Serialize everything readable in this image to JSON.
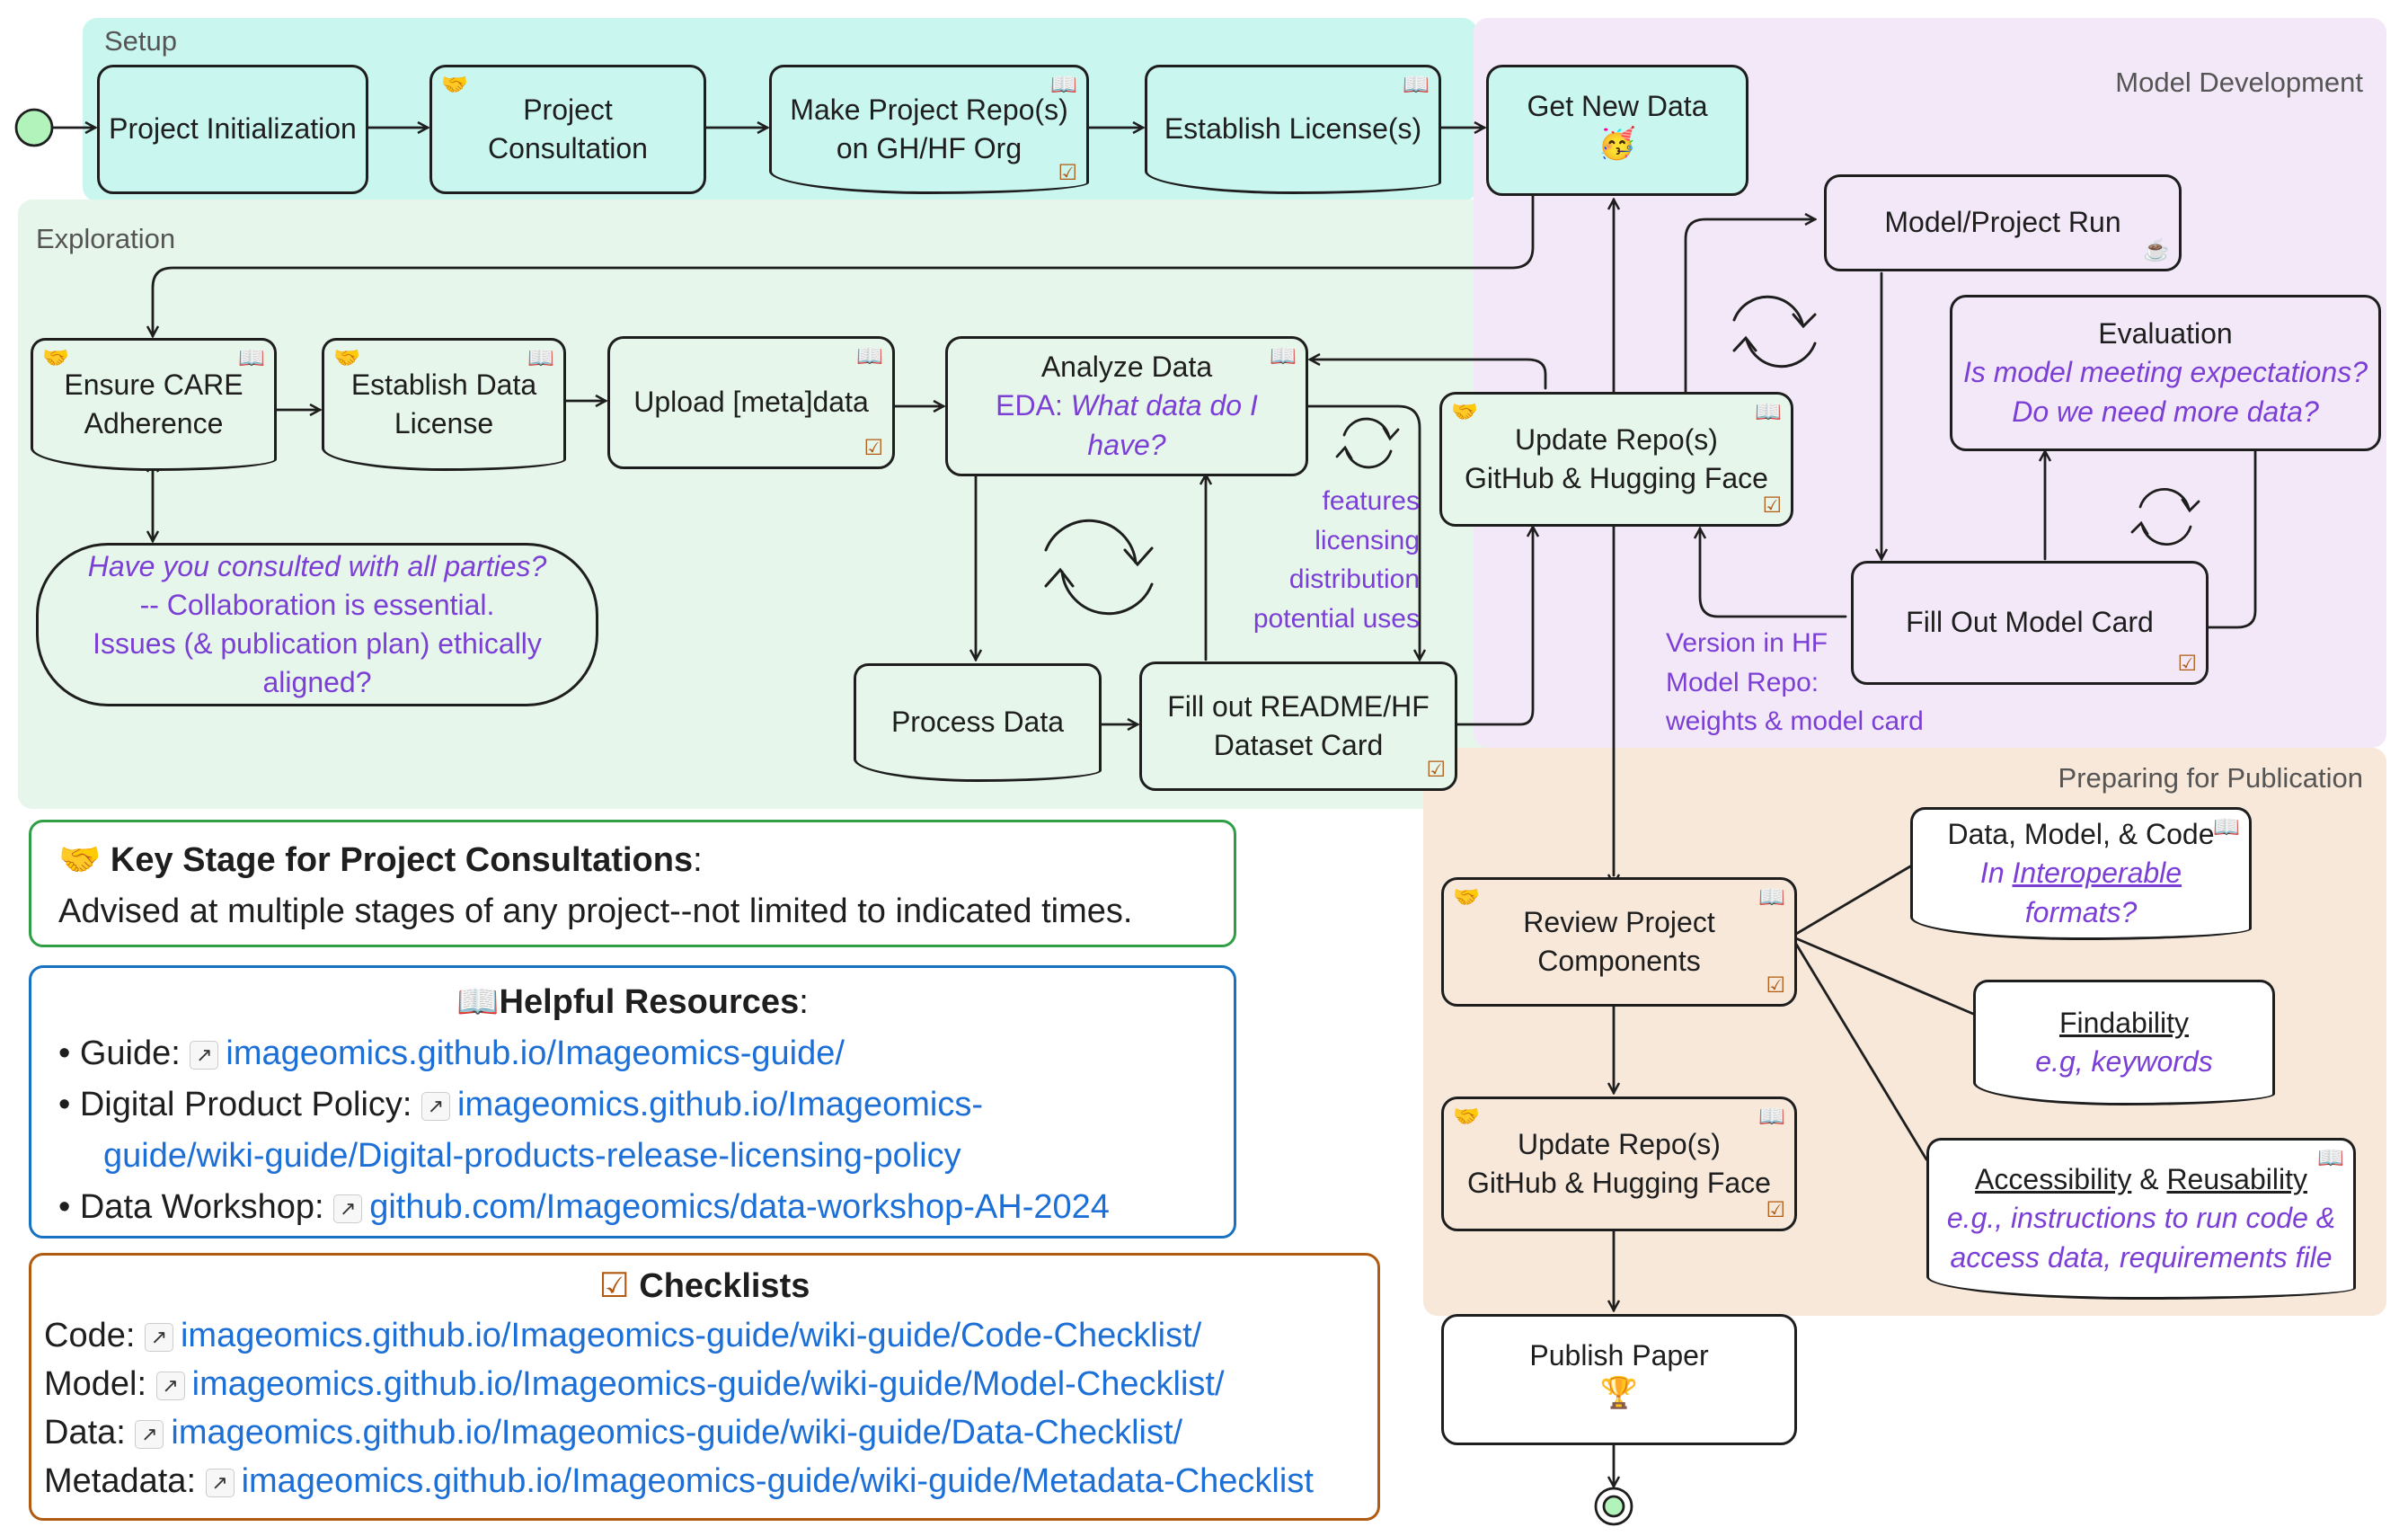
{
  "regions": {
    "setup": "Setup",
    "exploration": "Exploration",
    "model_development": "Model Development",
    "publication": "Preparing for Publication"
  },
  "nodes": {
    "project_init": "Project Initialization",
    "project_consult": "Project Consultation",
    "make_repo_l1": "Make Project Repo(s)",
    "make_repo_l2": "on GH/HF Org",
    "establish_license": "Establish License(s)",
    "get_new_data": "Get New Data",
    "get_new_data_emoji": "🥳",
    "ensure_care_l1": "Ensure CARE",
    "ensure_care_l2": "Adherence",
    "establish_data_l1": "Establish Data",
    "establish_data_l2": "License",
    "upload_metadata": "Upload [meta]data",
    "analyze_data": "Analyze Data",
    "eda_prefix": "EDA:",
    "eda_question": "What data do I have?",
    "process_data": "Process Data",
    "fill_readme_l1": "Fill out README/HF",
    "fill_readme_l2": "Dataset Card",
    "update_repo_l1": "Update Repo(s)",
    "update_repo_l2": "GitHub & Hugging Face",
    "model_run": "Model/Project Run",
    "evaluation": "Evaluation",
    "eval_q1": "Is model meeting expectations?",
    "eval_q2": "Do we need more data?",
    "fill_model_card": "Fill Out Model Card",
    "review_l1": "Review Project",
    "review_l2": "Components",
    "update_repo2_l1": "Update Repo(s)",
    "update_repo2_l2": "GitHub & Hugging Face",
    "publish_paper": "Publish Paper",
    "publish_emoji": "🏆",
    "dmc_title": "Data, Model, & Code",
    "dmc_in": "In",
    "dmc_interoperable": "Interoperable",
    "dmc_formats": "formats?",
    "findability": "Findability",
    "findability_sub": "e.g, keywords",
    "access_title_a": "Accessibility",
    "access_amp": "&",
    "access_title_b": "Reusability",
    "access_sub1": "e.g., instructions to run code &",
    "access_sub2": "access data, requirements file"
  },
  "notes": {
    "consult_q1": "Have you consulted with all parties?",
    "consult_q2": "-- Collaboration is essential.",
    "consult_q3": "Issues (& publication plan) ethically aligned?",
    "features": "features",
    "licensing": "licensing",
    "distribution": "distribution",
    "potential_uses": "potential uses",
    "version_l1": "Version in HF",
    "version_l2": "Model Repo:",
    "version_l3": "weights & model card"
  },
  "legend": {
    "consult_title": "Key Stage for Project Consultations",
    "consult_colon": ":",
    "consult_desc": "Advised at multiple stages of any project--not limited to indicated times.",
    "resources_title": "Helpful Resources",
    "resources_colon": ":",
    "guide_label": "• Guide:",
    "guide_link": "imageomics.github.io/Imageomics-guide/",
    "policy_label": "• Digital Product Policy:",
    "policy_link_l1": "imageomics.github.io/Imageomics-",
    "policy_link_l2": "guide/wiki-guide/Digital-products-release-licensing-policy",
    "workshop_label": "• Data Workshop:",
    "workshop_link": "github.com/Imageomics/data-workshop-AH-2024",
    "checklists_title": "Checklists",
    "code_label": "Code:",
    "code_link": "imageomics.github.io/Imageomics-guide/wiki-guide/Code-Checklist/",
    "model_label": "Model:",
    "model_link": "imageomics.github.io/Imageomics-guide/wiki-guide/Model-Checklist/",
    "data_label": "Data:",
    "data_link": "imageomics.github.io/Imageomics-guide/wiki-guide/Data-Checklist/",
    "metadata_label": "Metadata:",
    "metadata_link": "imageomics.github.io/Imageomics-guide/wiki-guide/Metadata-Checklist"
  },
  "icons": {
    "consultation": "handshake-icon",
    "resources": "open-book-icon",
    "checklist": "checkbox-icon",
    "coffee": "coffee-cup-icon",
    "cycle": "refresh-cycle-icon",
    "external_link": "external-link-icon"
  },
  "colors": {
    "setup_bg": "#c9f6ef",
    "exploration_bg": "#e6f6ea",
    "model_bg": "#f3e8f7",
    "publication_bg": "#f7e8da",
    "question_text": "#7b3fd6",
    "link": "#1c6fd6",
    "consult_border": "#2f9e44",
    "resources_border": "#1971c2",
    "checklist_border": "#b05a12"
  }
}
